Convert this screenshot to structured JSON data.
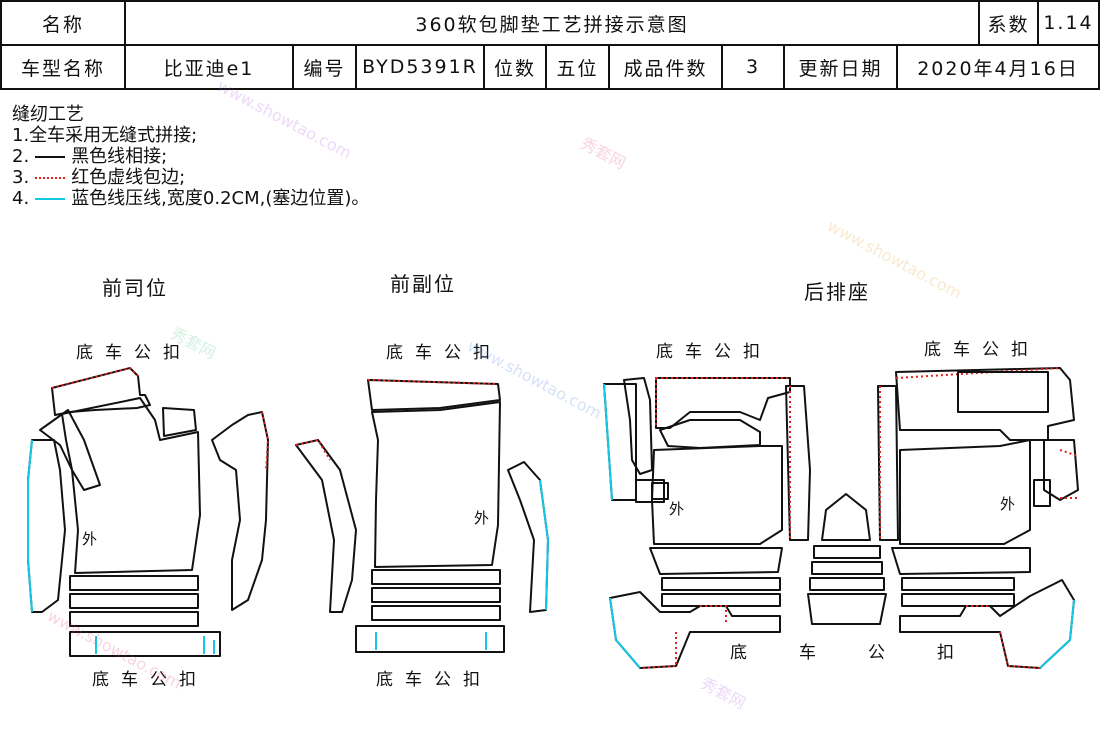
{
  "header": {
    "name_label": "名称",
    "title": "360软包脚垫工艺拼接示意图",
    "coef_label": "系数",
    "coef_value": "1.14",
    "model_label": "车型名称",
    "model_value": "比亚迪e1",
    "code_label": "编号",
    "code_value": "BYD5391R",
    "seat_label": "位数",
    "seat_value": "五位",
    "count_label": "成品件数",
    "count_value": "3",
    "date_label": "更新日期",
    "date_value": "2020年4月16日"
  },
  "notes": {
    "title": "缝纫工艺",
    "line1": "1.全车采用无缝式拼接;",
    "line2_prefix": "2.",
    "line2_text": "黑色线相接;",
    "line3_prefix": "3.",
    "line3_text": "红色虚线包边;",
    "line4_prefix": "4.",
    "line4_text": "蓝色线压线,宽度0.2CM,(塞边位置)。"
  },
  "sections": {
    "driver": "前司位",
    "passenger": "前副位",
    "rear": "后排座"
  },
  "buckle_labels": {
    "driver_top": "底车公扣",
    "driver_bottom": "底车公扣",
    "passenger_top": "底车公扣",
    "passenger_bottom": "底车公扣",
    "rear_left_top": "底车公扣",
    "rear_right_top": "底车公扣",
    "rear_bottom": "底车公扣"
  },
  "outer_labels": {
    "driver": "外",
    "passenger": "外",
    "rear_left": "外",
    "rear_right": "外"
  },
  "watermark": {
    "brand": "秀套网",
    "url": "www.showtao.com"
  },
  "colors": {
    "line_black": "#111111",
    "line_red": "#e0201a",
    "line_blue": "#12c8e6"
  }
}
